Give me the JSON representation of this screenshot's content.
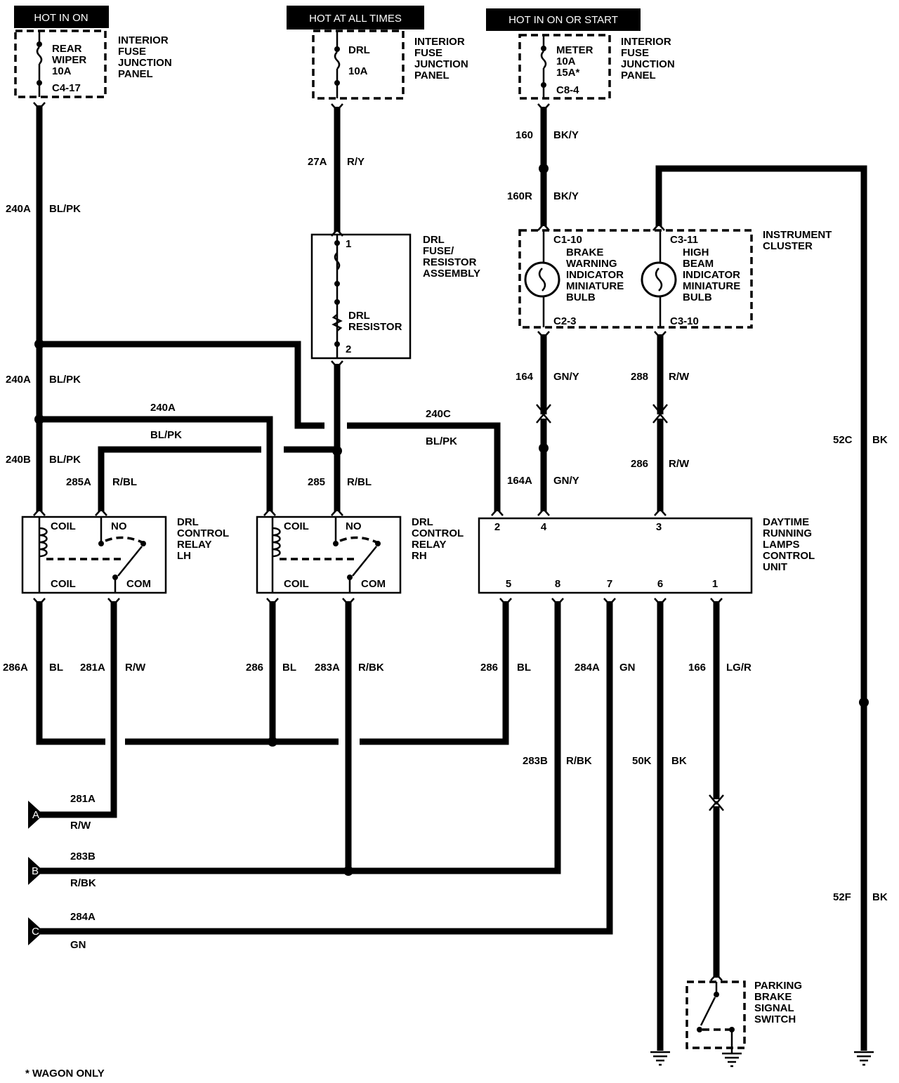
{
  "headers": {
    "hot_in_on": "HOT IN ON",
    "hot_at_all_times": "HOT AT ALL TIMES",
    "hot_in_on_or_start": "HOT IN ON OR START"
  },
  "fuse_rear_wiper": {
    "name_line1": "REAR",
    "name_line2": "WIPER",
    "rating": "10A",
    "connector": "C4-17",
    "panel_line1": "INTERIOR",
    "panel_line2": "FUSE",
    "panel_line3": "JUNCTION",
    "panel_line4": "PANEL"
  },
  "fuse_drl": {
    "name": "DRL",
    "rating": "10A",
    "panel_line1": "INTERIOR",
    "panel_line2": "FUSE",
    "panel_line3": "JUNCTION",
    "panel_line4": "PANEL"
  },
  "fuse_meter": {
    "name": "METER",
    "rating1": "10A",
    "rating2": "15A*",
    "connector": "C8-4",
    "panel_line1": "INTERIOR",
    "panel_line2": "FUSE",
    "panel_line3": "JUNCTION",
    "panel_line4": "PANEL"
  },
  "drl_resistor_assembly": {
    "pin1": "1",
    "pin2": "2",
    "resistor_line1": "DRL",
    "resistor_line2": "RESISTOR",
    "title_line1": "DRL",
    "title_line2": "FUSE/",
    "title_line3": "RESISTOR",
    "title_line4": "ASSEMBLY"
  },
  "instrument_cluster": {
    "title_line1": "INSTRUMENT",
    "title_line2": "CLUSTER",
    "brake_in": "C1-10",
    "brake_out": "C2-3",
    "brake_line1": "BRAKE",
    "brake_line2": "WARNING",
    "brake_line3": "INDICATOR",
    "brake_line4": "MINIATURE",
    "brake_line5": "BULB",
    "high_in": "C3-11",
    "high_out": "C3-10",
    "high_line1": "HIGH",
    "high_line2": "BEAM",
    "high_line3": "INDICATOR",
    "high_line4": "MINIATURE",
    "high_line5": "BULB"
  },
  "relay_lh": {
    "coil_top": "COIL",
    "coil_bottom": "COIL",
    "no": "NO",
    "com": "COM",
    "title_line1": "DRL",
    "title_line2": "CONTROL",
    "title_line3": "RELAY",
    "title_line4": "LH"
  },
  "relay_rh": {
    "coil_top": "COIL",
    "coil_bottom": "COIL",
    "no": "NO",
    "com": "COM",
    "title_line1": "DRL",
    "title_line2": "CONTROL",
    "title_line3": "RELAY",
    "title_line4": "RH"
  },
  "control_unit": {
    "title_line1": "DAYTIME",
    "title_line2": "RUNNING",
    "title_line3": "LAMPS",
    "title_line4": "CONTROL",
    "title_line5": "UNIT",
    "pin_top_a": "2",
    "pin_top_b": "4",
    "pin_top_c": "3",
    "pin_bot_a": "5",
    "pin_bot_b": "8",
    "pin_bot_c": "7",
    "pin_bot_d": "6",
    "pin_bot_e": "1"
  },
  "parking_brake_switch": {
    "line1": "PARKING",
    "line2": "BRAKE",
    "line3": "SIGNAL",
    "line4": "SWITCH"
  },
  "wires": {
    "w240A_a_num": "240A",
    "w240A_a_col": "BL/PK",
    "w240A_b_num": "240A",
    "w240A_b_col": "BL/PK",
    "w240A_c_num": "240A",
    "w240A_c_col": "BL/PK",
    "w240B_num": "240B",
    "w240B_col": "BL/PK",
    "w240C_num": "240C",
    "w240C_col": "BL/PK",
    "w285A_num": "285A",
    "w285A_col": "R/BL",
    "w285_num": "285",
    "w285_col": "R/BL",
    "w27A_num": "27A",
    "w27A_col": "R/Y",
    "w160_num": "160",
    "w160_col": "BK/Y",
    "w160R_num": "160R",
    "w160R_col": "BK/Y",
    "w164_num": "164",
    "w164_col": "GN/Y",
    "w164A_num": "164A",
    "w164A_col": "GN/Y",
    "w288_num": "288",
    "w288_col": "R/W",
    "w286b_num": "286",
    "w286b_col": "R/W",
    "w52C_num": "52C",
    "w52C_col": "BK",
    "w52F_num": "52F",
    "w52F_col": "BK",
    "w286A_num": "286A",
    "w286A_col": "BL",
    "w281A_num": "281A",
    "w281A_col": "R/W",
    "w286_num": "286",
    "w286_col": "BL",
    "w283A_num": "283A",
    "w283A_col": "R/BK",
    "w286c_num": "286",
    "w286c_col": "BL",
    "w284A_num": "284A",
    "w284A_col": "GN",
    "w166_num": "166",
    "w166_col": "LG/R",
    "w283B_num": "283B",
    "w283B_col": "R/BK",
    "w50K_num": "50K",
    "w50K_col": "BK"
  },
  "connectors": {
    "a_letter": "A",
    "a_num": "281A",
    "a_col": "R/W",
    "b_letter": "B",
    "b_num": "283B",
    "b_col": "R/BK",
    "c_letter": "C",
    "c_num": "284A",
    "c_col": "GN"
  },
  "footnote": "* WAGON ONLY"
}
